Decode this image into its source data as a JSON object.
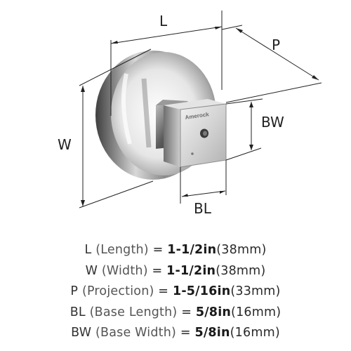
{
  "diagram": {
    "brand_text": "Amerock",
    "labels": {
      "length": "L",
      "width": "W",
      "projection": "P",
      "base_width": "BW",
      "base_length": "BL"
    }
  },
  "specs": [
    {
      "abbr": "L",
      "name": "(Length)",
      "eq": "=",
      "value": "1-1/2in",
      "metric": "(38mm)"
    },
    {
      "abbr": "W",
      "name": "(Width)",
      "eq": "=",
      "value": "1-1/2in",
      "metric": "(38mm)"
    },
    {
      "abbr": "P",
      "name": "(Projection)",
      "eq": "=",
      "value": "1-5/16in",
      "metric": "(33mm)"
    },
    {
      "abbr": "BL",
      "name": "(Base Length)",
      "eq": "=",
      "value": "5/8in",
      "metric": "(16mm)"
    },
    {
      "abbr": "BW",
      "name": "(Base Width)",
      "eq": "=",
      "value": "5/8in",
      "metric": "(16mm)"
    }
  ]
}
